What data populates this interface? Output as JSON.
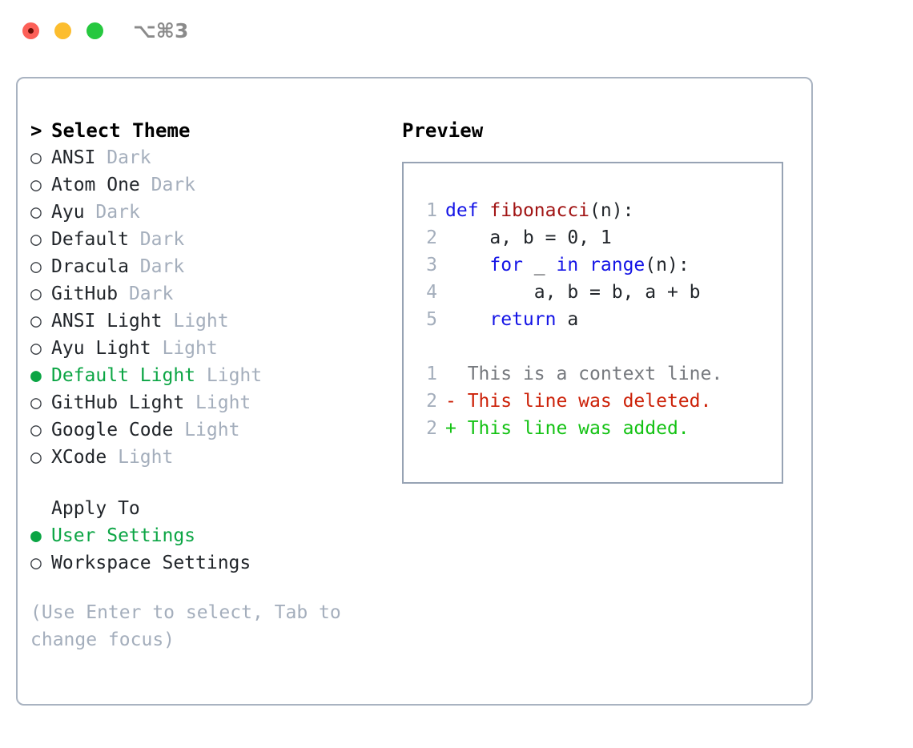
{
  "titlebar": {
    "shortcut": "⌥⌘3",
    "traffic_lights": [
      {
        "name": "close",
        "color": "#fc6058"
      },
      {
        "name": "minimize",
        "color": "#fcbd2e"
      },
      {
        "name": "maximize",
        "color": "#26c83f"
      }
    ]
  },
  "colors": {
    "panel_border": "#a9b3c1",
    "preview_border": "#97a3b4",
    "accent_green": "#0ba544",
    "muted": "#a4aebc",
    "text": "#22262b",
    "keyword_blue": "#1414e6",
    "function_red": "#a11414",
    "diff_add": "#14c214",
    "diff_del": "#cc2108",
    "diff_ctx": "#76797e"
  },
  "theme_list": {
    "header_prefix": ">",
    "header": "Select Theme",
    "bullet_selected": "●",
    "bullet_unselected": "○",
    "items": [
      {
        "name": "ANSI",
        "kind": "Dark",
        "selected": false
      },
      {
        "name": "Atom One",
        "kind": "Dark",
        "selected": false
      },
      {
        "name": "Ayu",
        "kind": "Dark",
        "selected": false
      },
      {
        "name": "Default",
        "kind": "Dark",
        "selected": false
      },
      {
        "name": "Dracula",
        "kind": "Dark",
        "selected": false
      },
      {
        "name": "GitHub",
        "kind": "Dark",
        "selected": false
      },
      {
        "name": "ANSI Light",
        "kind": "Light",
        "selected": false
      },
      {
        "name": "Ayu Light",
        "kind": "Light",
        "selected": false
      },
      {
        "name": "Default Light",
        "kind": "Light",
        "selected": true
      },
      {
        "name": "GitHub Light",
        "kind": "Light",
        "selected": false
      },
      {
        "name": "Google Code",
        "kind": "Light",
        "selected": false
      },
      {
        "name": "XCode",
        "kind": "Light",
        "selected": false
      }
    ]
  },
  "apply_to": {
    "label": "Apply To",
    "options": [
      {
        "name": "User Settings",
        "selected": true
      },
      {
        "name": "Workspace Settings",
        "selected": false
      }
    ]
  },
  "hint": "(Use Enter to select, Tab to change focus)",
  "preview": {
    "title": "Preview",
    "code_lines": [
      {
        "no": "1",
        "tokens": [
          {
            "t": "def",
            "c": "kw"
          },
          {
            "t": " ",
            "c": "pl"
          },
          {
            "t": "fibonacci",
            "c": "fn"
          },
          {
            "t": "(n):",
            "c": "pl"
          }
        ]
      },
      {
        "no": "2",
        "tokens": [
          {
            "t": "    a, b = 0, 1",
            "c": "pl"
          }
        ]
      },
      {
        "no": "3",
        "tokens": [
          {
            "t": "    ",
            "c": "pl"
          },
          {
            "t": "for",
            "c": "kw"
          },
          {
            "t": " _ ",
            "c": "pl"
          },
          {
            "t": "in",
            "c": "kw"
          },
          {
            "t": " ",
            "c": "pl"
          },
          {
            "t": "range",
            "c": "kw"
          },
          {
            "t": "(n):",
            "c": "pl"
          }
        ]
      },
      {
        "no": "4",
        "tokens": [
          {
            "t": "        a, b = b, a + b",
            "c": "pl"
          }
        ]
      },
      {
        "no": "5",
        "tokens": [
          {
            "t": "    ",
            "c": "pl"
          },
          {
            "t": "return",
            "c": "kw"
          },
          {
            "t": " a",
            "c": "pl"
          }
        ]
      }
    ],
    "diff_lines": [
      {
        "no": "1",
        "marker": " ",
        "text": " This is a context line.",
        "kind": "ctx"
      },
      {
        "no": "2",
        "marker": "-",
        "text": " This line was deleted.",
        "kind": "del"
      },
      {
        "no": "2",
        "marker": "+",
        "text": " This line was added.",
        "kind": "add"
      }
    ]
  }
}
